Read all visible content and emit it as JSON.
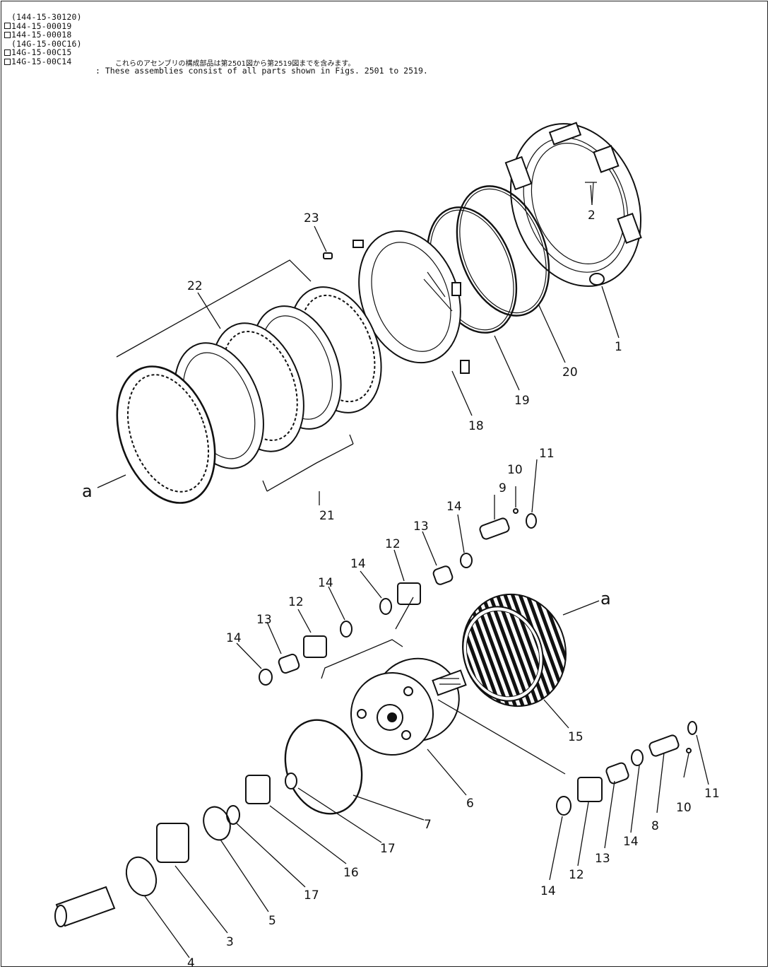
{
  "header": {
    "lines": [
      {
        "box": false,
        "text": "(144-15-30120)"
      },
      {
        "box": true,
        "text": "144-15-00019"
      },
      {
        "box": true,
        "text": "144-15-00018"
      },
      {
        "box": false,
        "text": "(14G-15-00C16)"
      },
      {
        "box": true,
        "text": "14G-15-00C15"
      },
      {
        "box": true,
        "text": "14G-15-00C14"
      }
    ],
    "note_jp": "これらのアセンブリの構成部品は第2501図から第2519図までを含みます。",
    "note_en": ": These assemblies consist of all parts shown in Figs. 2501 to 2519."
  },
  "labels": {
    "l1": "1",
    "l2": "2",
    "l3": "3",
    "l4": "4",
    "l5": "5",
    "l6": "6",
    "l7": "7",
    "l8": "8",
    "l9": "9",
    "l10a": "10",
    "l10b": "10",
    "l11a": "11",
    "l11b": "11",
    "l12a": "12",
    "l12b": "12",
    "l12c": "12",
    "l13a": "13",
    "l13b": "13",
    "l13c": "13",
    "l14a": "14",
    "l14b": "14",
    "l14c": "14",
    "l14d": "14",
    "l14e": "14",
    "l14f": "14",
    "l15": "15",
    "l16": "16",
    "l17a": "17",
    "l17b": "17",
    "l18": "18",
    "l19": "19",
    "l20": "20",
    "l21": "21",
    "l22": "22",
    "l23": "23",
    "la1": "a",
    "la2": "a"
  }
}
